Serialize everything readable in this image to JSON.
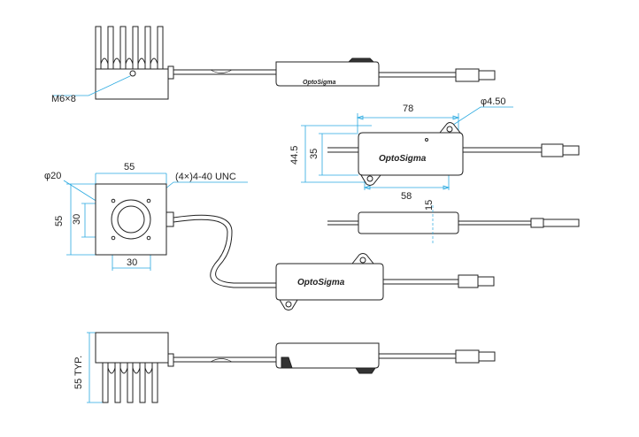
{
  "brand_name": "OptoSigma",
  "labels": {
    "m6x8": "M6×8",
    "dim_78": "78",
    "phi_4_50": "φ4.50",
    "dim_44_5": "44.5",
    "dim_35": "35",
    "dim_58": "58",
    "dim_15": "15",
    "phi_20": "φ20",
    "dim_55_top": "55",
    "thread_note": "(4×)4-40 UNC",
    "dim_55_side": "55",
    "dim_30_side": "30",
    "dim_30_bottom": "30",
    "dim_55_typ": "55 TYP."
  },
  "colors": {
    "dimension_line": "#29a9e0",
    "outline": "#222222"
  }
}
